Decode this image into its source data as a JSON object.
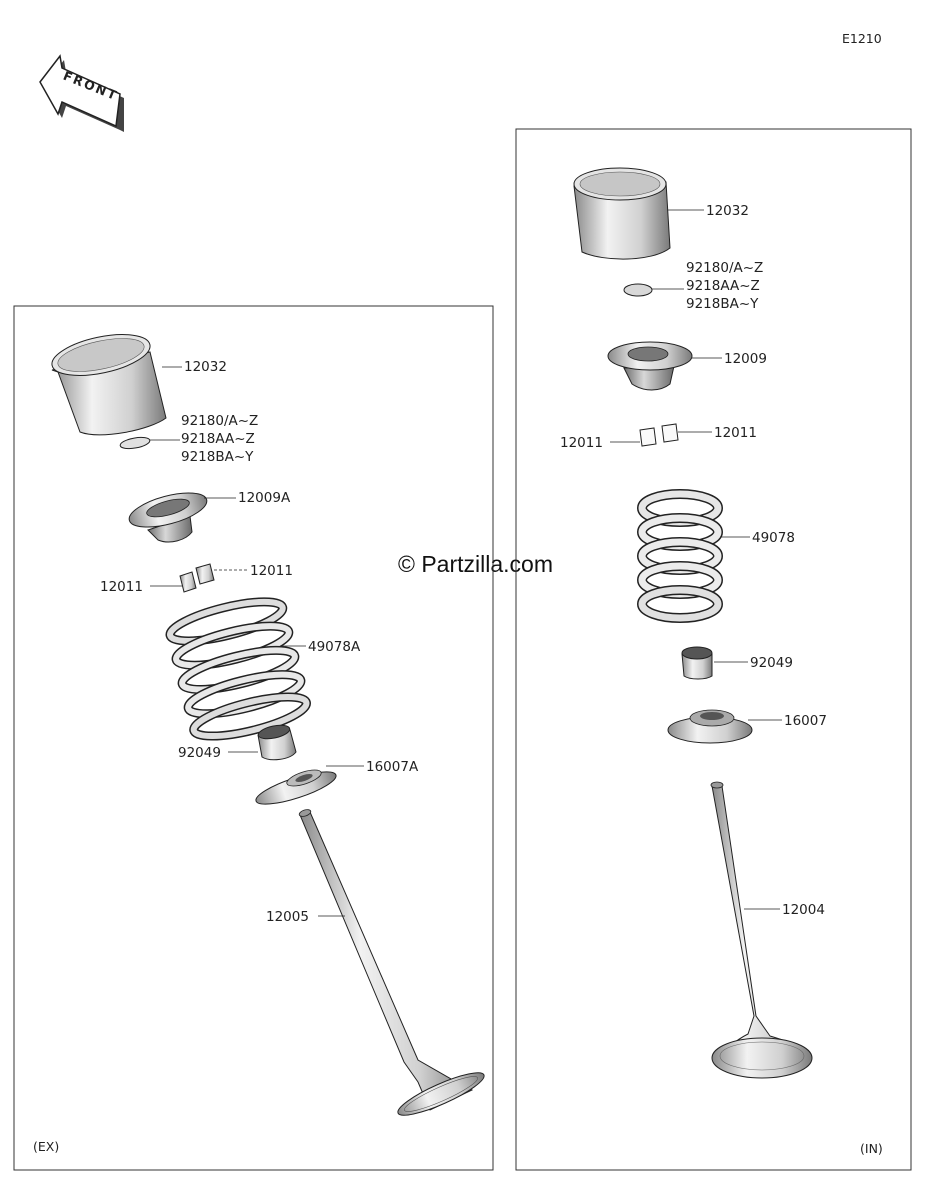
{
  "diagram_code": "E1210",
  "watermark": "© Partzilla.com",
  "front_arrow": {
    "text": "FRONT"
  },
  "panels": {
    "exhaust": {
      "tag": "(EX)",
      "labels": {
        "tappet": "12032",
        "shim_1": "92180/A~Z",
        "shim_2": "9218AA~Z",
        "shim_3": "9218BA~Y",
        "retainer": "12009A",
        "cotter_right": "12011",
        "cotter_left": "12011",
        "spring": "49078A",
        "oil_seal": "92049",
        "spring_seat": "16007A",
        "valve": "12005"
      }
    },
    "intake": {
      "tag": "(IN)",
      "labels": {
        "tappet": "12032",
        "shim_1": "92180/A~Z",
        "shim_2": "9218AA~Z",
        "shim_3": "9218BA~Y",
        "retainer": "12009",
        "cotter_right": "12011",
        "cotter_left": "12011",
        "spring": "49078",
        "oil_seal": "92049",
        "spring_seat": "16007",
        "valve": "12004"
      }
    }
  },
  "icons": [
    "front-arrow-icon",
    "tappet-icon",
    "shim-icon",
    "retainer-icon",
    "cotter-icon",
    "spring-icon",
    "oil-seal-icon",
    "spring-seat-icon",
    "valve-icon"
  ]
}
